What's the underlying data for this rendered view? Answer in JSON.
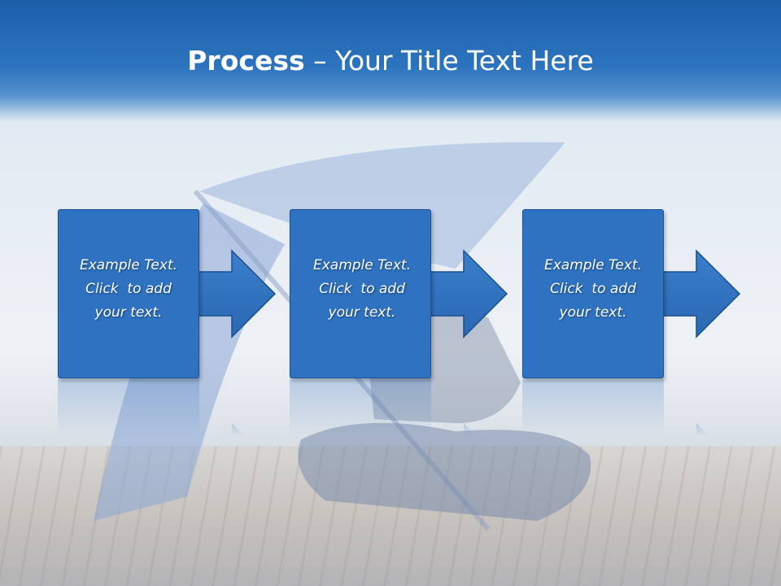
{
  "title": {
    "bold": "Process",
    "rest": " – Your Title Text Here"
  },
  "steps": [
    {
      "lines": [
        "Example Text.",
        "Click  to add",
        "your text."
      ]
    },
    {
      "lines": [
        "Example Text.",
        "Click  to add",
        "your text."
      ]
    },
    {
      "lines": [
        "Example Text.",
        "Click  to add",
        "your text."
      ]
    }
  ],
  "colors": {
    "header": "#2c74bf",
    "box_fill": "#2e72c1",
    "box_border": "#1b4f8e",
    "text": "#ffffff"
  }
}
